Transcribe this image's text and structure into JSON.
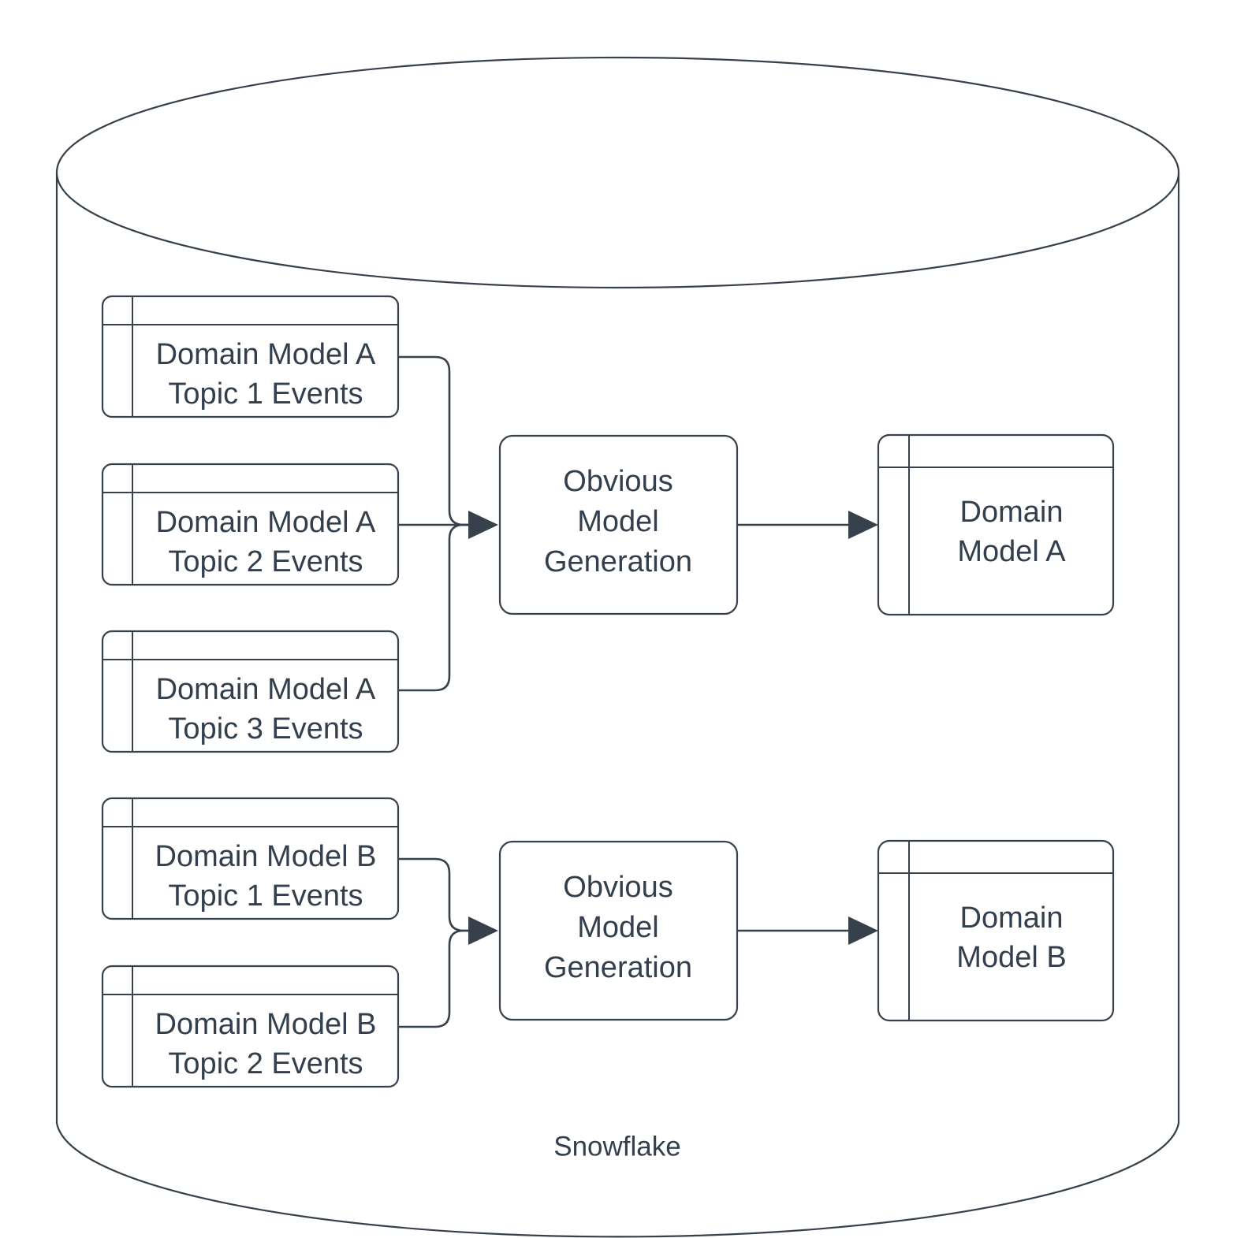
{
  "diagram": {
    "container": {
      "label": "Snowflake",
      "shape": "cylinder"
    },
    "colors": {
      "stroke": "#36414c",
      "text": "#333f4d",
      "fill": "#ffffff",
      "background": "#ffffff"
    },
    "groups": [
      {
        "id": "group-a",
        "sources": [
          {
            "id": "src-a1",
            "line1": "Domain Model A",
            "line2": "Topic 1 Events",
            "shape": "table"
          },
          {
            "id": "src-a2",
            "line1": "Domain Model A",
            "line2": "Topic 2 Events",
            "shape": "table"
          },
          {
            "id": "src-a3",
            "line1": "Domain Model A",
            "line2": "Topic 3 Events",
            "shape": "table"
          }
        ],
        "process": {
          "id": "proc-a",
          "line1": "Obvious",
          "line2": "Model",
          "line3": "Generation",
          "shape": "rounded-rect"
        },
        "target": {
          "id": "tgt-a",
          "line1": "Domain",
          "line2": "Model A",
          "shape": "table"
        }
      },
      {
        "id": "group-b",
        "sources": [
          {
            "id": "src-b1",
            "line1": "Domain Model B",
            "line2": "Topic 1 Events",
            "shape": "table"
          },
          {
            "id": "src-b2",
            "line1": "Domain Model B",
            "line2": "Topic 2 Events",
            "shape": "table"
          }
        ],
        "process": {
          "id": "proc-b",
          "line1": "Obvious",
          "line2": "Model",
          "line3": "Generation",
          "shape": "rounded-rect"
        },
        "target": {
          "id": "tgt-b",
          "line1": "Domain",
          "line2": "Model B",
          "shape": "table"
        }
      }
    ]
  }
}
